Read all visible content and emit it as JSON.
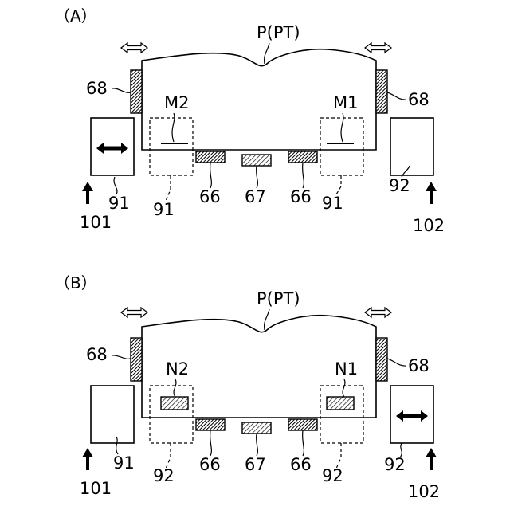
{
  "panels": [
    {
      "id": "A",
      "panel_label": "（A）",
      "sheet_label": "P(PT)",
      "left_side_label": "68",
      "right_side_label": "68",
      "marker_left_label": "M2",
      "marker_right_label": "M1",
      "bottom_left_label": "66",
      "bottom_center_label": "67",
      "bottom_right_label": "66",
      "left_box_label": "91",
      "right_box_label": "92",
      "left_dashed_label": "91",
      "right_dashed_label": "91",
      "left_arrow_label": "101",
      "right_arrow_label": "102"
    },
    {
      "id": "B",
      "panel_label": "（B）",
      "sheet_label": "P(PT)",
      "left_side_label": "68",
      "right_side_label": "68",
      "marker_left_label": "N2",
      "marker_right_label": "N1",
      "bottom_left_label": "66",
      "bottom_center_label": "67",
      "bottom_right_label": "66",
      "left_box_label": "91",
      "right_box_label": "92",
      "left_dashed_label": "92",
      "right_dashed_label": "92",
      "left_arrow_label": "101",
      "right_arrow_label": "102"
    }
  ]
}
